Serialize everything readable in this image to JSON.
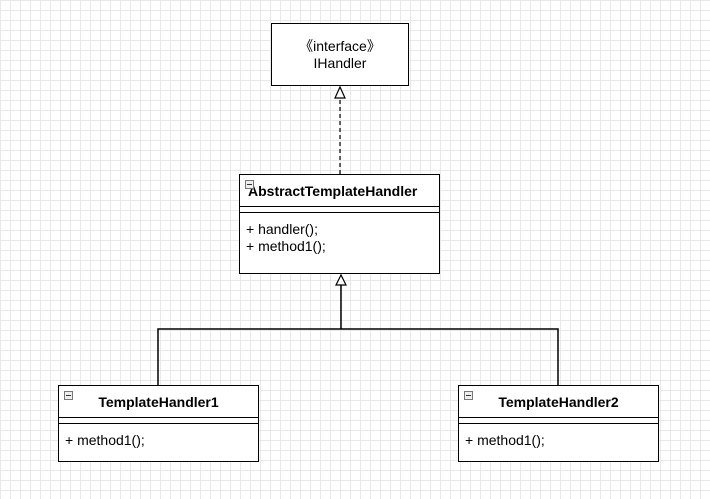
{
  "interface": {
    "stereotype": "《interface》",
    "name": "IHandler"
  },
  "abstract_class": {
    "name": "AbstractTemplateHandler",
    "methods": [
      "+ handler();",
      "+ method1();"
    ]
  },
  "subclasses": [
    {
      "name": "TemplateHandler1",
      "methods": [
        "+ method1();"
      ]
    },
    {
      "name": "TemplateHandler2",
      "methods": [
        "+ method1();"
      ]
    }
  ],
  "relations": [
    {
      "from": "AbstractTemplateHandler",
      "to": "IHandler",
      "kind": "realization"
    },
    {
      "from": "TemplateHandler1",
      "to": "AbstractTemplateHandler",
      "kind": "generalization"
    },
    {
      "from": "TemplateHandler2",
      "to": "AbstractTemplateHandler",
      "kind": "generalization"
    }
  ],
  "colors": {
    "line": "#000000",
    "grid": "#e8e8e8",
    "background": "#ffffff"
  }
}
